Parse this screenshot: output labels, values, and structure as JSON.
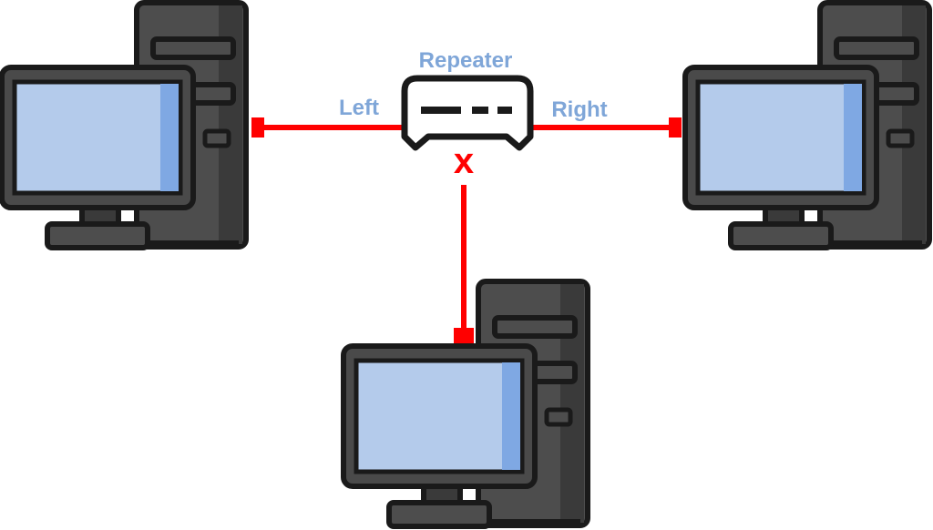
{
  "diagram": {
    "repeater": {
      "label": "Repeater",
      "icon": "repeater-icon"
    },
    "links": {
      "left_label": "Left",
      "right_label": "Right",
      "broken_marker": "x"
    },
    "computers": [
      {
        "name": "left",
        "icon": "desktop-computer-icon"
      },
      {
        "name": "right",
        "icon": "desktop-computer-icon"
      },
      {
        "name": "bottom",
        "icon": "desktop-computer-icon"
      }
    ]
  },
  "colors": {
    "cable": "#ff0000",
    "label": "#7fa6d8",
    "outline": "#1a1a1a",
    "tower": "#4d4d4d",
    "tower_dark": "#3a3a3a",
    "screen": "#b4cbeb",
    "screen_highlight": "#7fa8e3",
    "bezel": "#4a4a4a"
  }
}
